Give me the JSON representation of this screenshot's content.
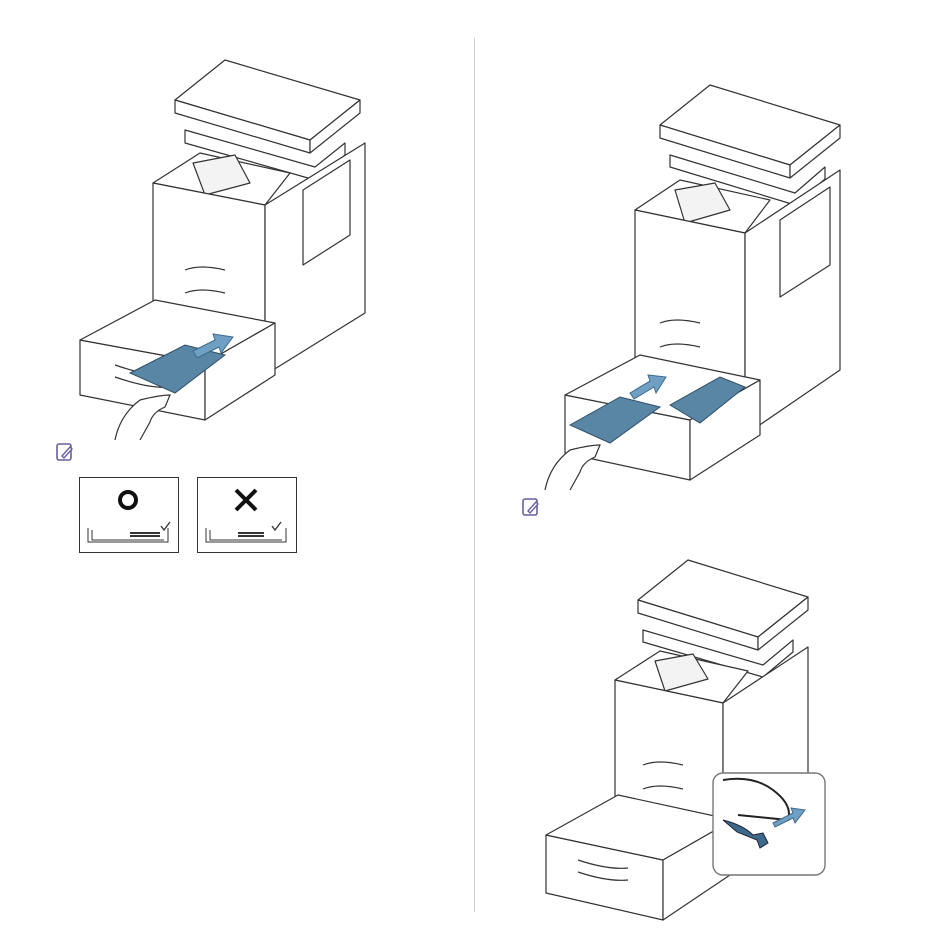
{
  "page": {
    "left_column": {
      "illustration": "printer-loading-paper-into-tray",
      "note_icon": "note-icon",
      "correct_symbol": "O",
      "incorrect_symbol": "X"
    },
    "right_column": {
      "illustration_top": "printer-loading-paper-into-tray-alternate",
      "note_icon": "note-icon",
      "illustration_bottom": "printer-tray-guide-lever-detail"
    }
  },
  "colors": {
    "line": "#333333",
    "paper_blue": "#5a86a6",
    "arrow_blue": "#6fa0c4",
    "note_purple": "#6a5f9c"
  }
}
